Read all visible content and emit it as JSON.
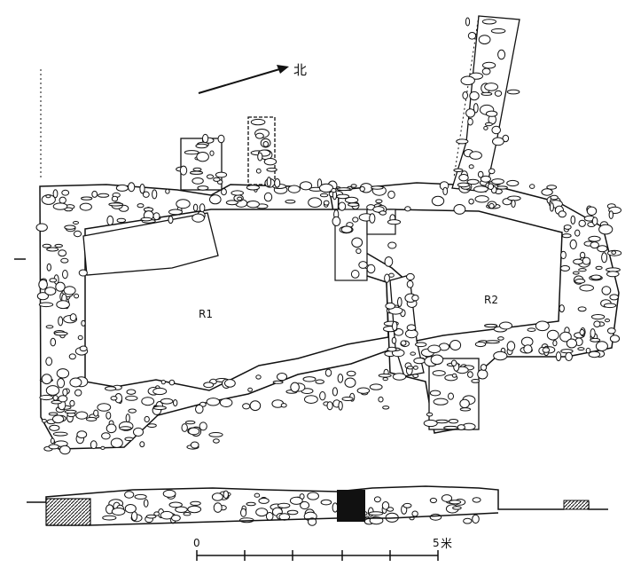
{
  "north": {
    "label": "北"
  },
  "rooms": [
    {
      "id": "R1",
      "label": "R1"
    },
    {
      "id": "R2",
      "label": "R2"
    }
  ],
  "scale": {
    "start": "0",
    "end": "5",
    "unit": "米"
  },
  "colors": {
    "ink": "#111111",
    "paper": "#ffffff"
  }
}
